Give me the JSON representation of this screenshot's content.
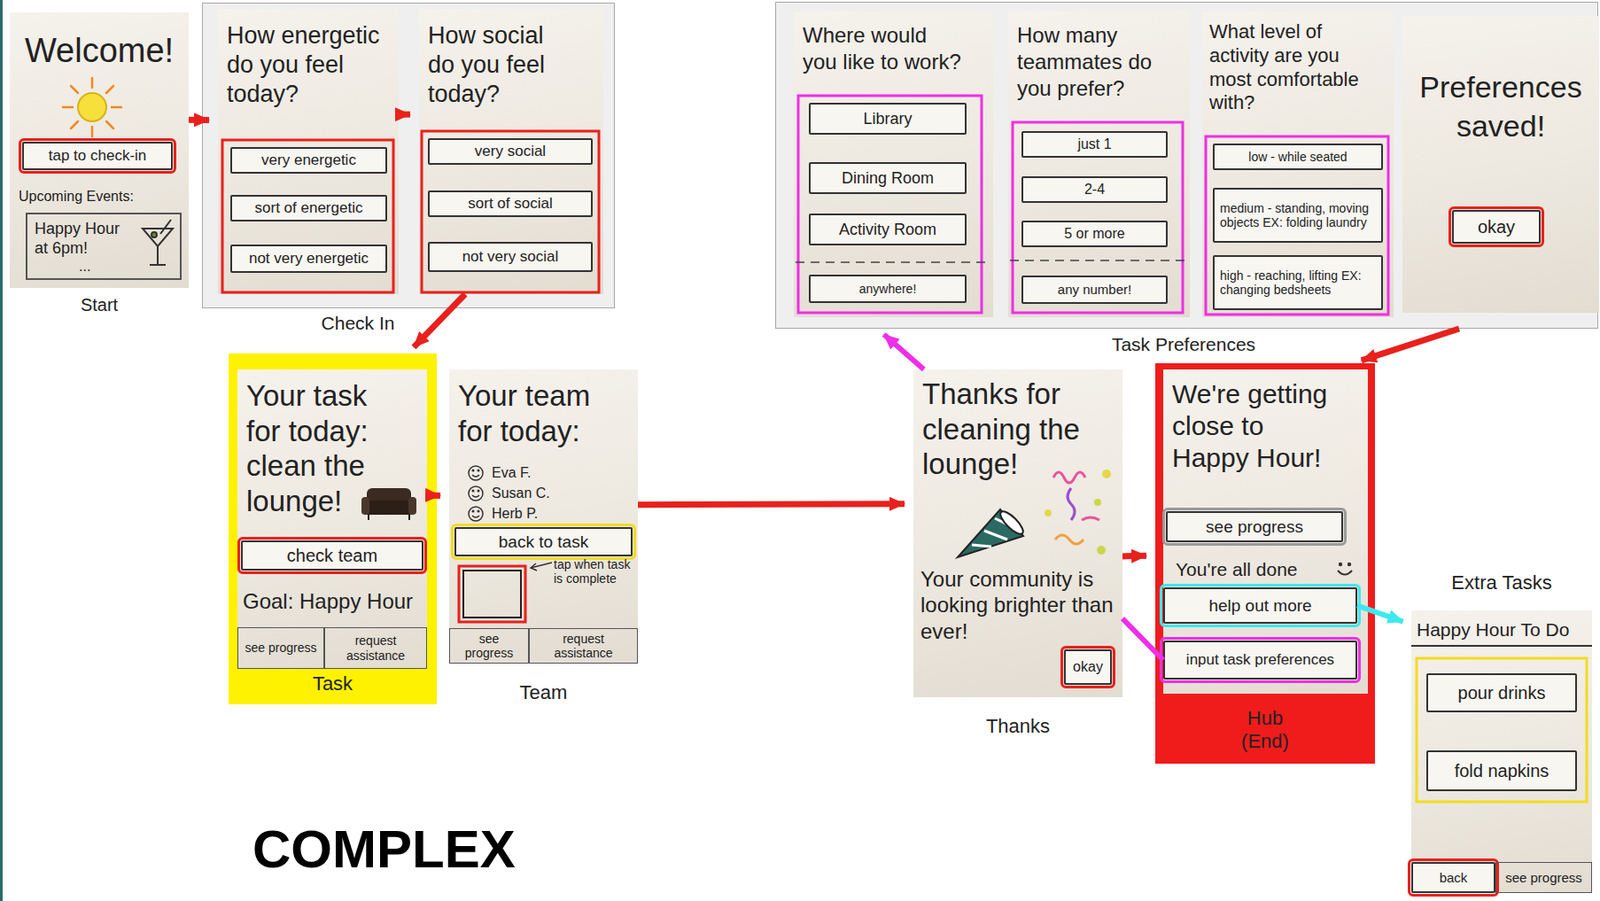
{
  "diagram": {
    "nodes": [
      {
        "text": [
          "Welcome!",
          "Upcoming Events:",
          "Start"
        ]
      },
      {
        "text": [
          "tap to check-in"
        ],
        "in": 0
      },
      {
        "text": [
          "Happy Hour at 6pm!",
          "..."
        ],
        "in": 0
      },
      {
        "text": [
          "Check In"
        ]
      },
      {
        "text": [
          "How energetic do you feel today?"
        ],
        "in": 3
      },
      {
        "text": [
          "very energetic"
        ],
        "in": 4
      },
      {
        "text": [
          "sort of energetic"
        ],
        "in": 4
      },
      {
        "text": [
          "not very energetic"
        ],
        "in": 4
      },
      {
        "text": [
          "How social do you feel today?"
        ],
        "in": 3
      },
      {
        "text": [
          "very social"
        ],
        "in": 8
      },
      {
        "text": [
          "sort of social"
        ],
        "in": 8
      },
      {
        "text": [
          "not very social"
        ],
        "in": 8
      },
      {
        "text": [
          "Task Preferences"
        ]
      },
      {
        "text": [
          "Where would you like to work?"
        ],
        "in": 12
      },
      {
        "text": [
          "Library"
        ],
        "in": 13
      },
      {
        "text": [
          "Dining Room"
        ],
        "in": 13
      },
      {
        "text": [
          "Activity Room"
        ],
        "in": 13
      },
      {
        "text": [
          "anywhere!"
        ],
        "in": 13
      },
      {
        "text": [
          "How many teammates do you prefer?"
        ],
        "in": 12
      },
      {
        "text": [
          "just 1"
        ],
        "in": 18
      },
      {
        "text": [
          "2-4"
        ],
        "in": 18
      },
      {
        "text": [
          "5 or more"
        ],
        "in": 18
      },
      {
        "text": [
          "any number!"
        ],
        "in": 18
      },
      {
        "text": [
          "What level of activity are you most comfortable with?"
        ],
        "in": 12
      },
      {
        "text": [
          "low - while seated"
        ],
        "in": 23
      },
      {
        "text": [
          "medium - standing, moving objects EX: folding laundry"
        ],
        "in": 23
      },
      {
        "text": [
          "high - reaching, lifting EX: changing bedsheets"
        ],
        "in": 23
      },
      {
        "text": [
          "Preferences saved!"
        ],
        "in": 12
      },
      {
        "text": [
          "okay"
        ],
        "in": 27
      },
      {
        "text": [
          "Task"
        ]
      },
      {
        "text": [
          "Your task for today: clean the lounge!",
          "Goal: Happy Hour"
        ],
        "in": 29
      },
      {
        "text": [
          "check team"
        ],
        "in": 30
      },
      {
        "text": [
          "see progress"
        ],
        "in": 30
      },
      {
        "text": [
          "request assistance"
        ],
        "in": 30
      },
      {
        "text": [
          "Your team for today:",
          "Eva F.",
          "Susan C.",
          "Herb P.",
          "tap when task is complete",
          "Team"
        ]
      },
      {
        "text": [
          "back to task"
        ],
        "in": 34
      },
      {
        "text": [
          "see progress"
        ],
        "in": 34
      },
      {
        "text": [
          "request assistance"
        ],
        "in": 34
      },
      {
        "text": [
          "Thanks for cleaning the lounge!",
          "Your community is looking brighter than ever!",
          "Thanks"
        ]
      },
      {
        "text": [
          "okay"
        ],
        "in": 38
      },
      {
        "text": [
          "Hub (End)"
        ]
      },
      {
        "text": [
          "We're getting close to Happy Hour!",
          "You're all done"
        ],
        "in": 40
      },
      {
        "text": [
          "see progress"
        ],
        "in": 41
      },
      {
        "text": [
          "help out more"
        ],
        "in": 41
      },
      {
        "text": [
          "input task preferences"
        ],
        "in": 41
      },
      {
        "text": [
          "Extra Tasks",
          "Happy Hour To Do"
        ]
      },
      {
        "text": [
          "pour drinks"
        ],
        "in": 45
      },
      {
        "text": [
          "fold napkins"
        ],
        "in": 45
      },
      {
        "text": [
          "back"
        ],
        "in": 45
      },
      {
        "text": [
          "see progress"
        ],
        "in": 45
      }
    ],
    "edges": [
      {
        "from": 0,
        "to": 4,
        "arrow": "to"
      },
      {
        "from": 4,
        "to": 8,
        "arrow": "to"
      },
      {
        "from": 8,
        "to": 29,
        "arrow": "to"
      },
      {
        "from": 30,
        "to": 34,
        "arrow": "to"
      },
      {
        "from": 34,
        "to": 38,
        "arrow": "to"
      },
      {
        "from": 38,
        "to": 40,
        "arrow": "to"
      },
      {
        "from": 38,
        "to": 12,
        "arrow": "to"
      },
      {
        "from": 44,
        "to": 38,
        "arrow": "none"
      },
      {
        "from": 12,
        "to": 40,
        "arrow": "to"
      },
      {
        "from": 43,
        "to": 45,
        "arrow": "to"
      }
    ],
    "labels": [
      "COMPLEX"
    ]
  }
}
